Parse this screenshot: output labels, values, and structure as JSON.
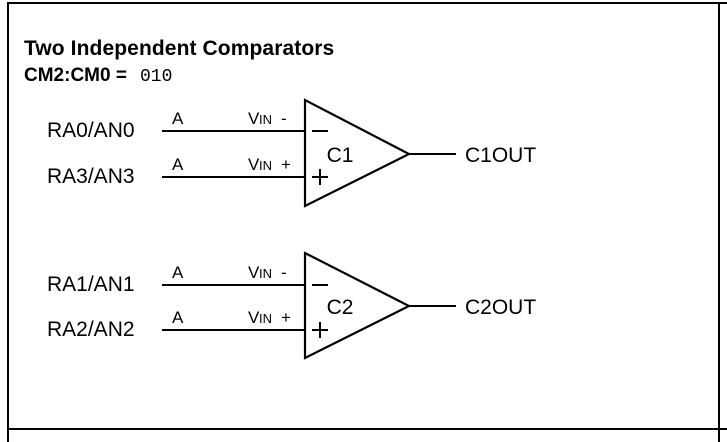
{
  "figure": {
    "title": "Two Independent Comparators",
    "mode_label": "CM2:CM0 = ",
    "mode_bits": "010",
    "border_color": "#000000",
    "line_color": "#000000",
    "background": "#ffffff"
  },
  "comparators": [
    {
      "name": "C1",
      "output_label": "C1OUT",
      "inputs": [
        {
          "pin_label": "RA0/AN0",
          "channel_label": "A",
          "terminal_text_big": "V",
          "terminal_text_small": "IN",
          "terminal_sign": "-",
          "polarity": "minus"
        },
        {
          "pin_label": "RA3/AN3",
          "channel_label": "A",
          "terminal_text_big": "V",
          "terminal_text_small": "IN",
          "terminal_sign": "+",
          "polarity": "plus"
        }
      ]
    },
    {
      "name": "C2",
      "output_label": "C2OUT",
      "inputs": [
        {
          "pin_label": "RA1/AN1",
          "channel_label": "A",
          "terminal_text_big": "V",
          "terminal_text_small": "IN",
          "terminal_sign": "-",
          "polarity": "minus"
        },
        {
          "pin_label": "RA2/AN2",
          "channel_label": "A",
          "terminal_text_big": "V",
          "terminal_text_small": "IN",
          "terminal_sign": "+",
          "polarity": "plus"
        }
      ]
    }
  ]
}
